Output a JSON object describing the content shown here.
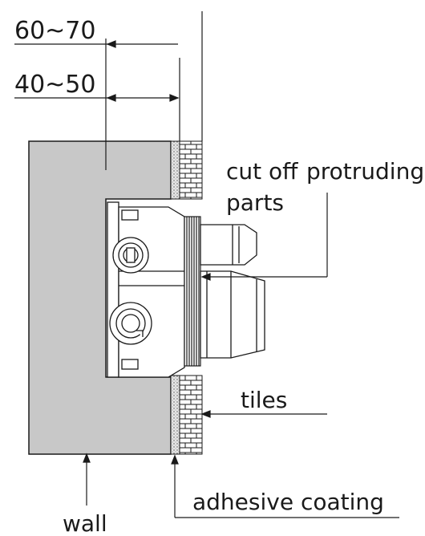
{
  "dimensions": {
    "outer_range": "60~70",
    "inner_range": "40~50"
  },
  "callouts": {
    "cut_off_line1": "cut off",
    "cut_off_line1b": "protruding",
    "cut_off_line2": "parts",
    "tiles": "tiles",
    "adhesive": "adhesive coating",
    "wall": "wall"
  },
  "colors": {
    "wall_fill": "#c8c8c8",
    "line": "#1a1a1a",
    "adhesive_fill": "#d9d9d9"
  }
}
